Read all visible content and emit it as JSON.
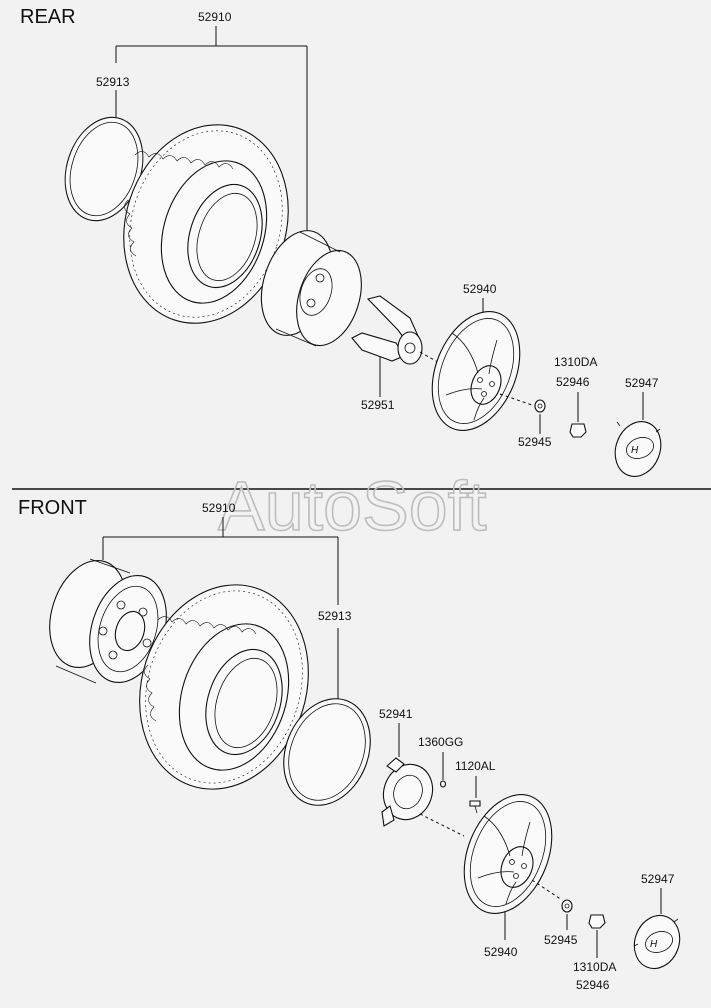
{
  "sections": {
    "rear": "REAR",
    "front": "FRONT"
  },
  "watermark": "AutoSoft",
  "rear_labels": {
    "wheel_tire": "52910",
    "valve_ring": "52913",
    "hub_cap": "52940",
    "bracket": "52951",
    "nut_code": "1310DA",
    "nut": "52946",
    "washer": "52945",
    "center_cap": "52947"
  },
  "front_labels": {
    "wheel_tire": "52910",
    "valve_ring": "52913",
    "bracket": "52941",
    "screw_a": "1360GG",
    "screw_b": "1120AL",
    "hub_cap": "52940",
    "washer": "52945",
    "nut_code": "1310DA",
    "nut": "52946",
    "center_cap": "52947"
  }
}
